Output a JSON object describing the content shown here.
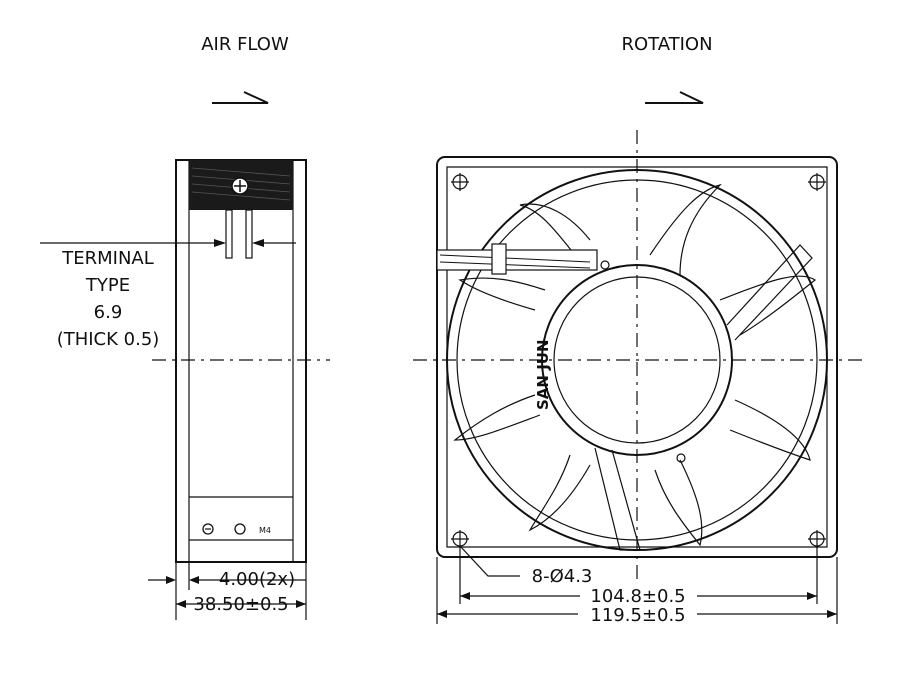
{
  "labels": {
    "air_flow": "AIR FLOW",
    "rotation": "ROTATION",
    "terminal_line1": "TERMINAL",
    "terminal_line2": "TYPE",
    "terminal_line3": "6.9",
    "terminal_line4": "(THICK 0.5)",
    "brand": "SAN JUN",
    "side_mark": "M4"
  },
  "dimensions": {
    "screw_depth": "4.00(2x)",
    "thickness": "38.50±0.5",
    "mount_holes": "8-Ø4.3",
    "hole_spacing": "104.8±0.5",
    "frame_width": "119.5±0.5"
  },
  "colors": {
    "line": "#111111",
    "background": "#ffffff"
  }
}
